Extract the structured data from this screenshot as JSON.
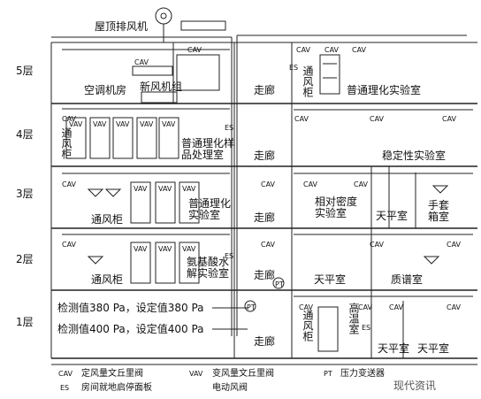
{
  "diagram": {
    "floors": [
      "5层",
      "4层",
      "3层",
      "2层",
      "1层"
    ],
    "top_label": "屋顶排风机",
    "rooms": {
      "ac_room": "空调机房",
      "fresh_air_unit": "新风机组",
      "corridor": "走廊",
      "general_lab": "普通理化实验室",
      "hood_5f": "通风柜",
      "general_lab_4f": "普通理化样品处理室",
      "hood_4f": "通风柜",
      "stability_lab": "稳定性实验室",
      "general_lab_3f": "普通理化实验室",
      "hood_3f": "通风柜",
      "relative_density": "相对密度实验室",
      "balance_room": "天平室",
      "glove_box": "手套箱室",
      "amino_acid": "氨基酸水解实验室",
      "hood_2f": "通风柜",
      "balance_room_2f": "天平室",
      "mass_spec": "质谱室",
      "high_temp": "高温室",
      "hood_1f": "通风柜",
      "balance_1f_a": "天平室",
      "balance_1f_b": "天平室"
    },
    "measurements": {
      "row1": "检测值380 Pa，设定值380 Pa",
      "row2": "检测值400 Pa，设定值400 Pa"
    },
    "tags": {
      "cav": "CAV",
      "vav": "VAV",
      "es": "ES",
      "pt": "PT"
    },
    "legend": {
      "cav": "定风量文丘里阀",
      "vav": "变风量文丘里阀",
      "pt": "压力变送器",
      "es": "房间就地启停面板",
      "damper": "电动风阀"
    },
    "watermark": "现代资讯"
  }
}
